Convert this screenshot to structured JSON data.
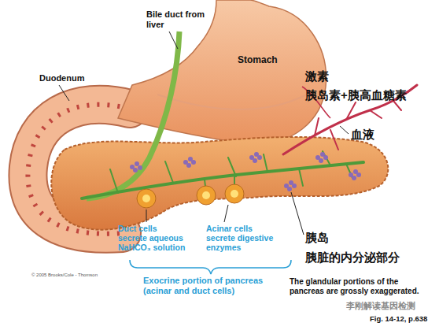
{
  "diagram": {
    "labels": [
      "Bile duct from liver",
      "Stomach",
      "Duodenum",
      "激素",
      "胰岛素+胰高血糖素",
      "血液",
      "Duct cells secrete aqueous NaHCO₃ solution",
      "Acinar cells secrete digestive enzymes",
      "胰岛",
      "胰脏的内分泌部分",
      "© 2005 Brooks/Cole - Thomson",
      "Exocrine portion of pancreas (acinar and duct cells)",
      "The glandular portions of the pancreas are grossly exaggerated.",
      "李刚解读基因检测",
      "Fig. 14-12, p.638"
    ]
  }
}
